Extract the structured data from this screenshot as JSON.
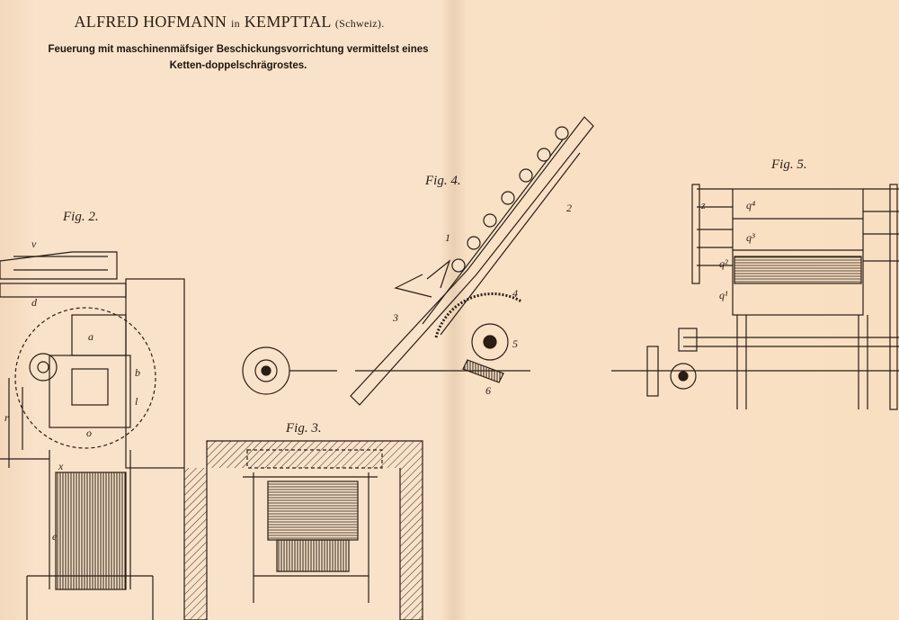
{
  "header": {
    "inventor": "ALFRED HOFMANN",
    "in_word": "in",
    "place": "KEMPTTAL",
    "country": "(Schweiz).",
    "description": "Feuerung mit maschinenmäfsiger Beschickungsvorrichtung vermittelst eines Ketten-doppelschrägrostes."
  },
  "figures": {
    "fig2": "Fig. 2.",
    "fig3": "Fig. 3.",
    "fig4": "Fig. 4.",
    "fig5": "Fig. 5."
  },
  "part_labels": {
    "v": "v",
    "d": "d",
    "a": "a",
    "b": "b",
    "l": "l",
    "r": "r",
    "o": "o",
    "e": "e",
    "x": "x",
    "q1": "q¹",
    "q2": "q²",
    "q3": "q³",
    "q4": "q⁴",
    "z": "z",
    "n1": "1",
    "n2": "2",
    "n3": "3",
    "n4": "4",
    "n5": "5",
    "n6": "6"
  },
  "colors": {
    "paper": "#f8e2c9",
    "ink": "#2a1d14"
  }
}
